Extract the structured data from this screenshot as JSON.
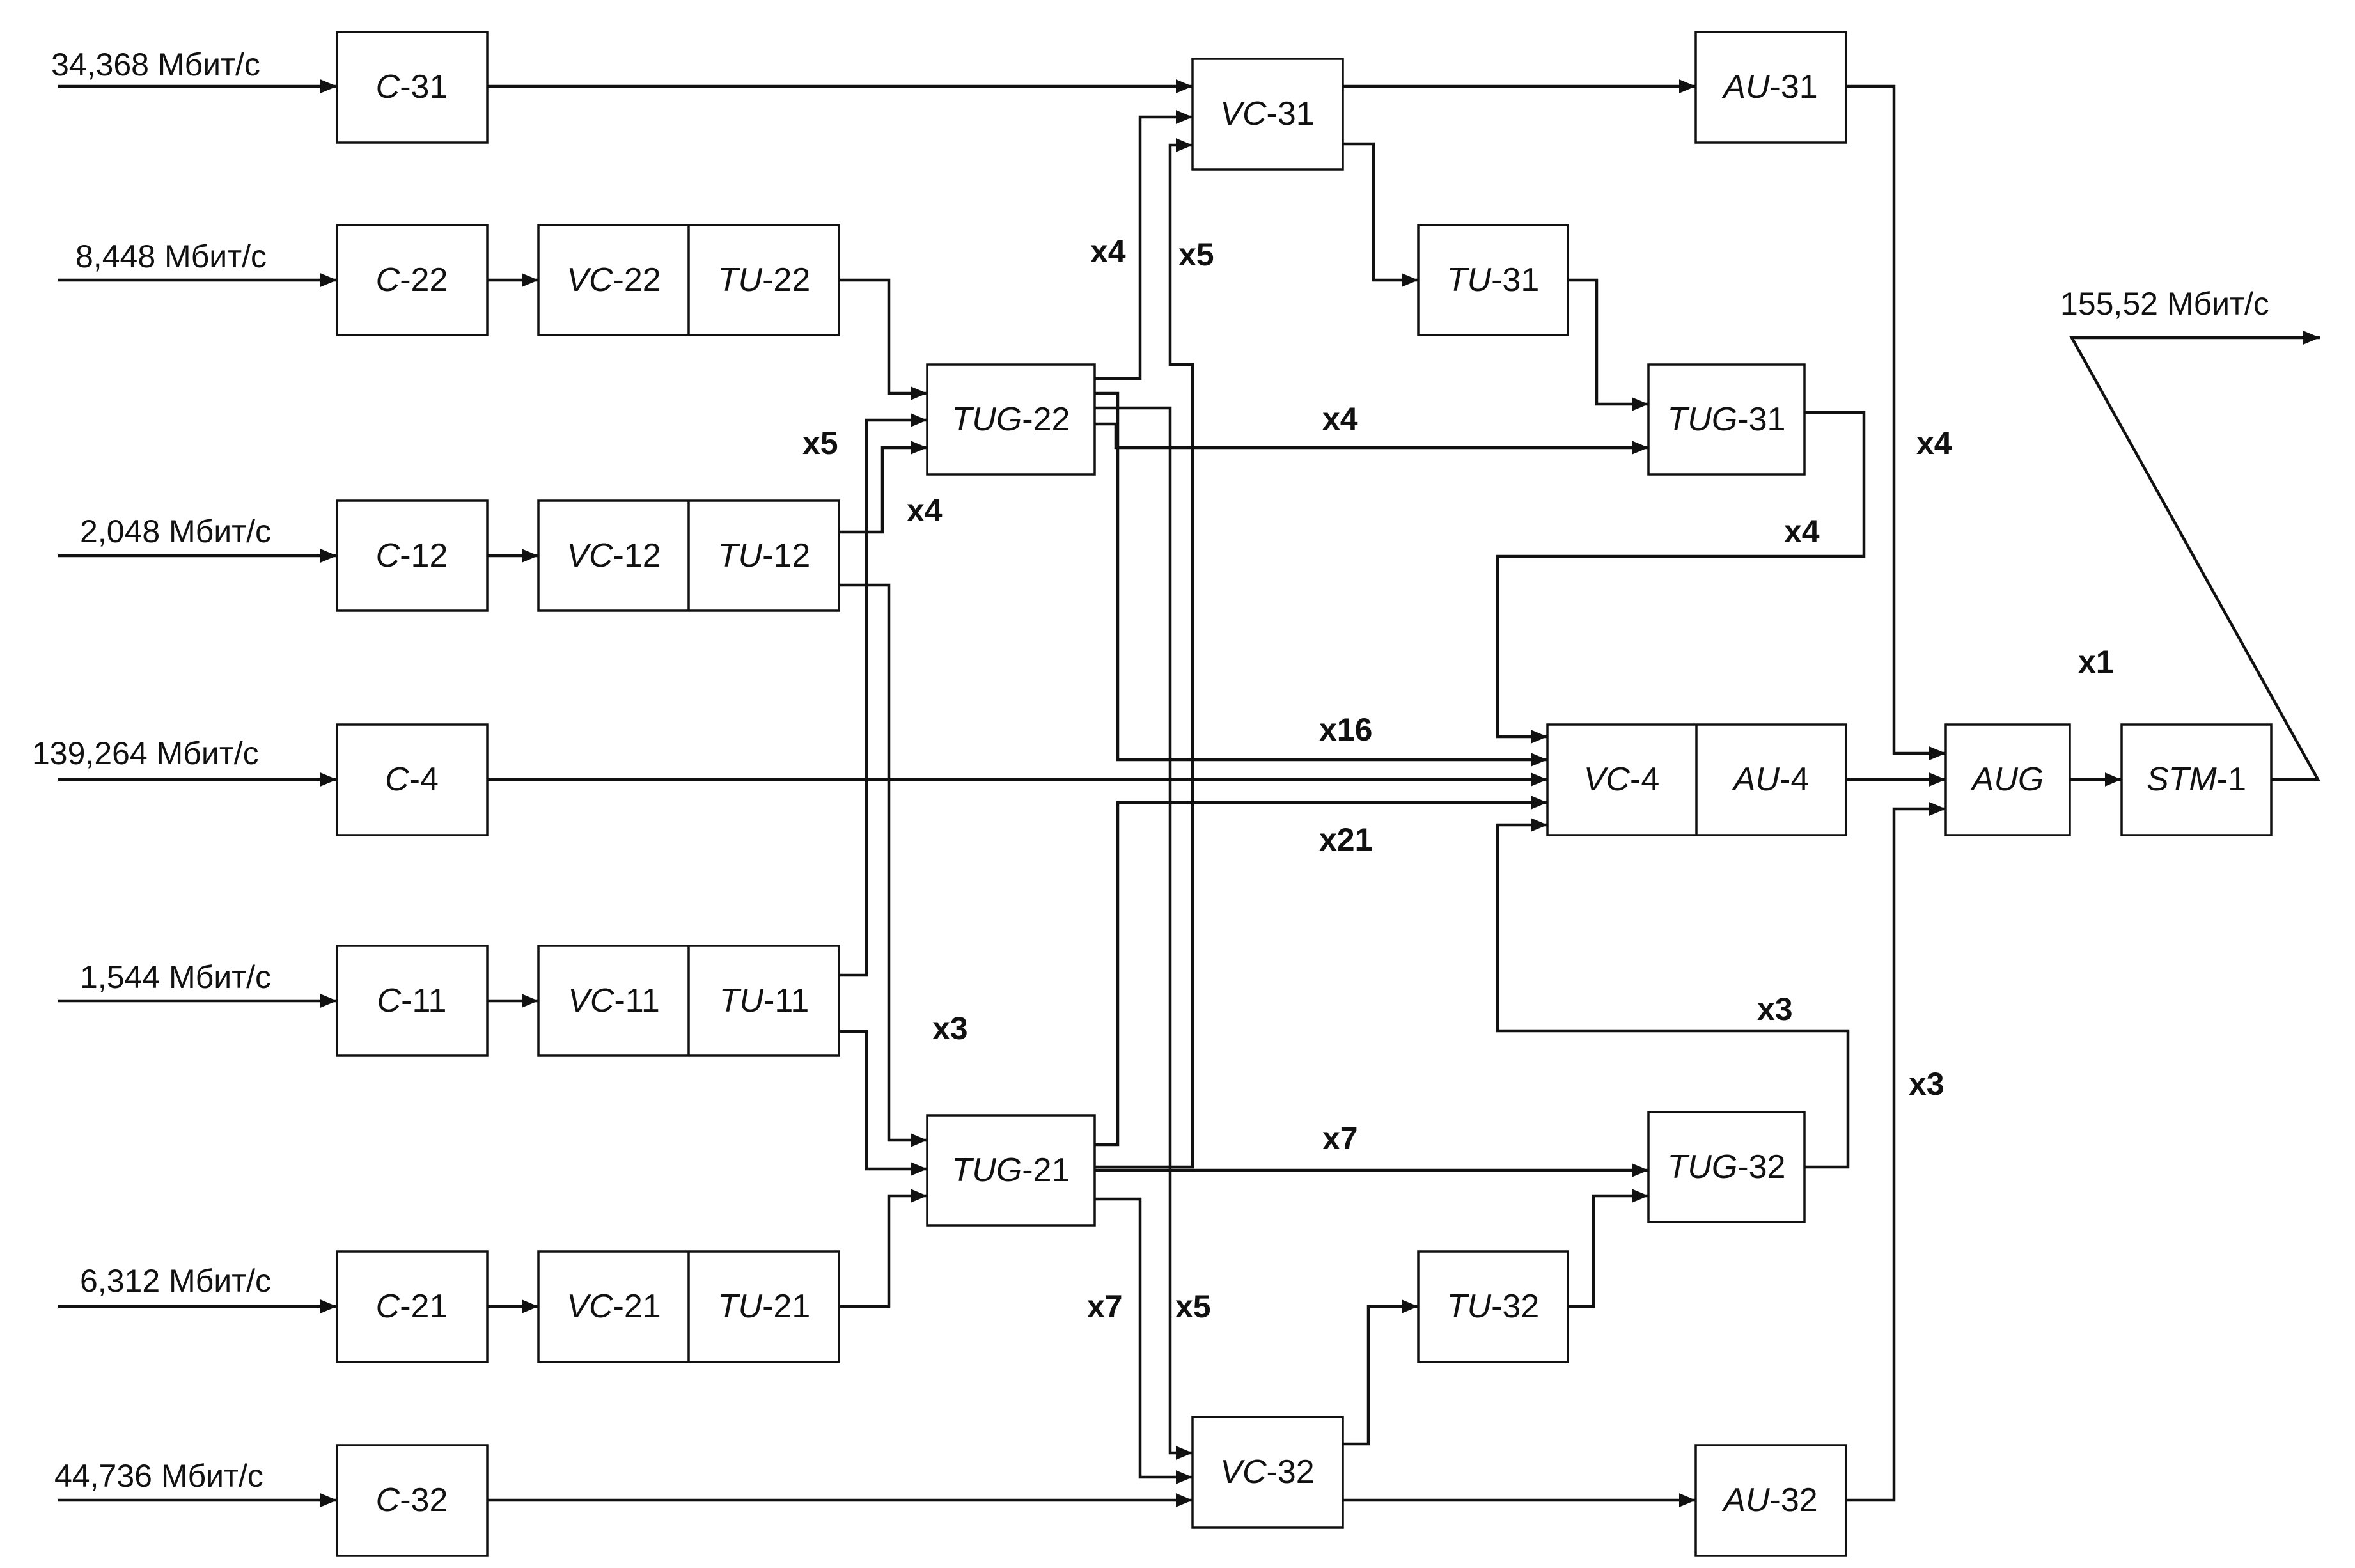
{
  "rates": {
    "c31": "34,368 Мбит/с",
    "c22": "8,448 Мбит/с",
    "c12": "2,048 Мбит/с",
    "c4": "139,264 Мбит/с",
    "c11": "1,544 Мбит/с",
    "c21": "6,312 Мбит/с",
    "c32": "44,736 Мбит/с",
    "stm1": "155,52 Мбит/с"
  },
  "blocks": {
    "c31": {
      "pre": "C",
      "num": "-31"
    },
    "c22": {
      "pre": "C",
      "num": "-22"
    },
    "vc22": {
      "pre": "VC",
      "num": "-22"
    },
    "tu22": {
      "pre": "TU",
      "num": "-22"
    },
    "c12": {
      "pre": "C",
      "num": "-12"
    },
    "vc12": {
      "pre": "VC",
      "num": "-12"
    },
    "tu12": {
      "pre": "TU",
      "num": "-12"
    },
    "c4": {
      "pre": "C",
      "num": "-4"
    },
    "c11": {
      "pre": "C",
      "num": "-11"
    },
    "vc11": {
      "pre": "VC",
      "num": "-11"
    },
    "tu11": {
      "pre": "TU",
      "num": "-11"
    },
    "c21": {
      "pre": "C",
      "num": "-21"
    },
    "vc21": {
      "pre": "VC",
      "num": "-21"
    },
    "tu21": {
      "pre": "TU",
      "num": "-21"
    },
    "c32": {
      "pre": "C",
      "num": "-32"
    },
    "tug22": {
      "pre": "TUG",
      "num": "-22"
    },
    "tug21": {
      "pre": "TUG",
      "num": "-21"
    },
    "vc31": {
      "pre": "VC",
      "num": "-31"
    },
    "vc32": {
      "pre": "VC",
      "num": "-32"
    },
    "tu31": {
      "pre": "TU",
      "num": "-31"
    },
    "tu32": {
      "pre": "TU",
      "num": "-32"
    },
    "tug31": {
      "pre": "TUG",
      "num": "-31"
    },
    "tug32": {
      "pre": "TUG",
      "num": "-32"
    },
    "au31": {
      "pre": "AU",
      "num": "-31"
    },
    "au32": {
      "pre": "AU",
      "num": "-32"
    },
    "vc4": {
      "pre": "VC",
      "num": "-4"
    },
    "au4": {
      "pre": "AU",
      "num": "-4"
    },
    "aug": {
      "pre": "AUG",
      "num": ""
    },
    "stm1": {
      "pre": "STM",
      "num": "-1"
    }
  },
  "multipliers": {
    "tug22_to_vc31": "x4",
    "vc31_x5": "x5",
    "tu12_to_tug22": "x5",
    "tu11_to_tug22": "x4",
    "tug22_to_tug31": "x4",
    "tug31_to_vc4": "x4",
    "au31_to_aug": "x4",
    "tug22_to_vc4": "x16",
    "tug21_to_vc4": "x21",
    "aug_to_stm1": "x1",
    "tu12_to_tug21": "x3",
    "tug32_to_vc4": "x3",
    "au32_to_aug": "x3",
    "tug21_to_tug32": "x7",
    "tug21_to_vc32": "x7",
    "vc32_x5": "x5"
  }
}
